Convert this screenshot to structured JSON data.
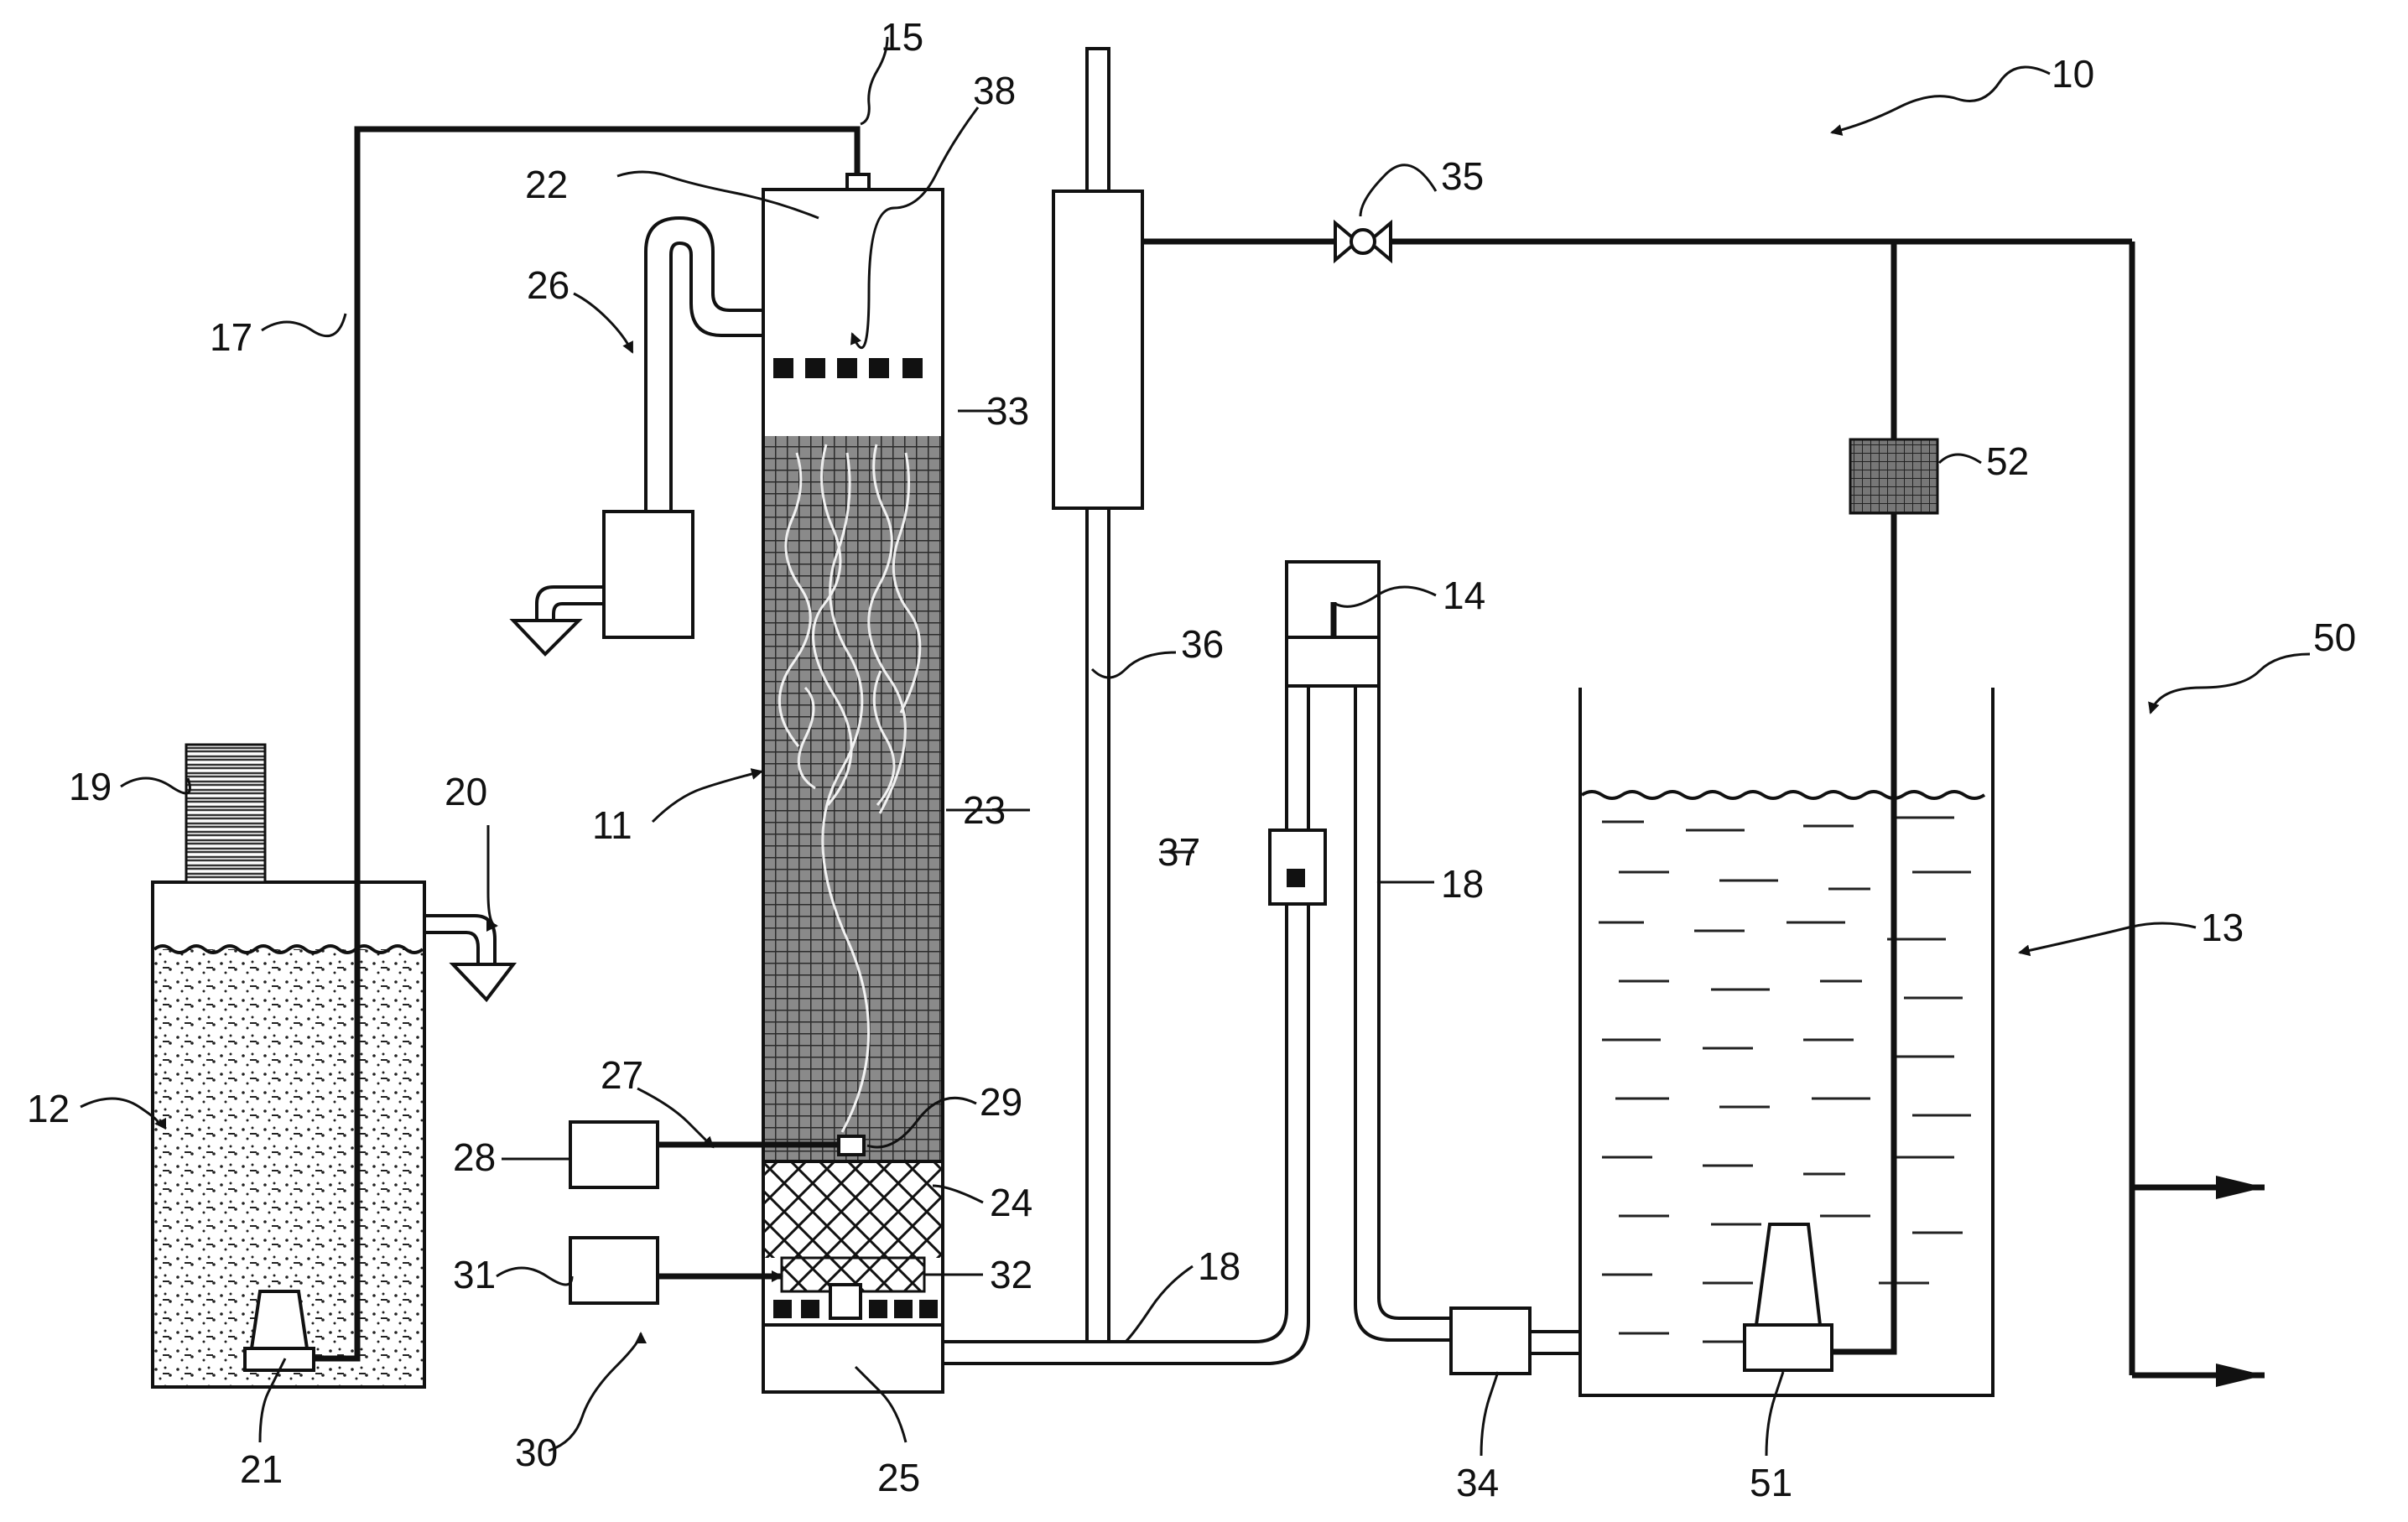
{
  "figure": {
    "type": "patent-schematic",
    "line_color": "#111111",
    "background": "#ffffff",
    "labels": {
      "l10": "10",
      "l11": "11",
      "l12": "12",
      "l13": "13",
      "l14": "14",
      "l15": "15",
      "l17": "17",
      "l18a": "18",
      "l18b": "18",
      "l19": "19",
      "l20": "20",
      "l21": "21",
      "l22": "22",
      "l23": "23",
      "l24": "24",
      "l25": "25",
      "l26": "26",
      "l27": "27",
      "l28": "28",
      "l29": "29",
      "l30": "30",
      "l31": "31",
      "l32": "32",
      "l33": "33",
      "l34": "34",
      "l35": "35",
      "l36": "36",
      "l37": "37",
      "l38": "38",
      "l50": "50",
      "l51": "51",
      "l52": "52"
    }
  }
}
